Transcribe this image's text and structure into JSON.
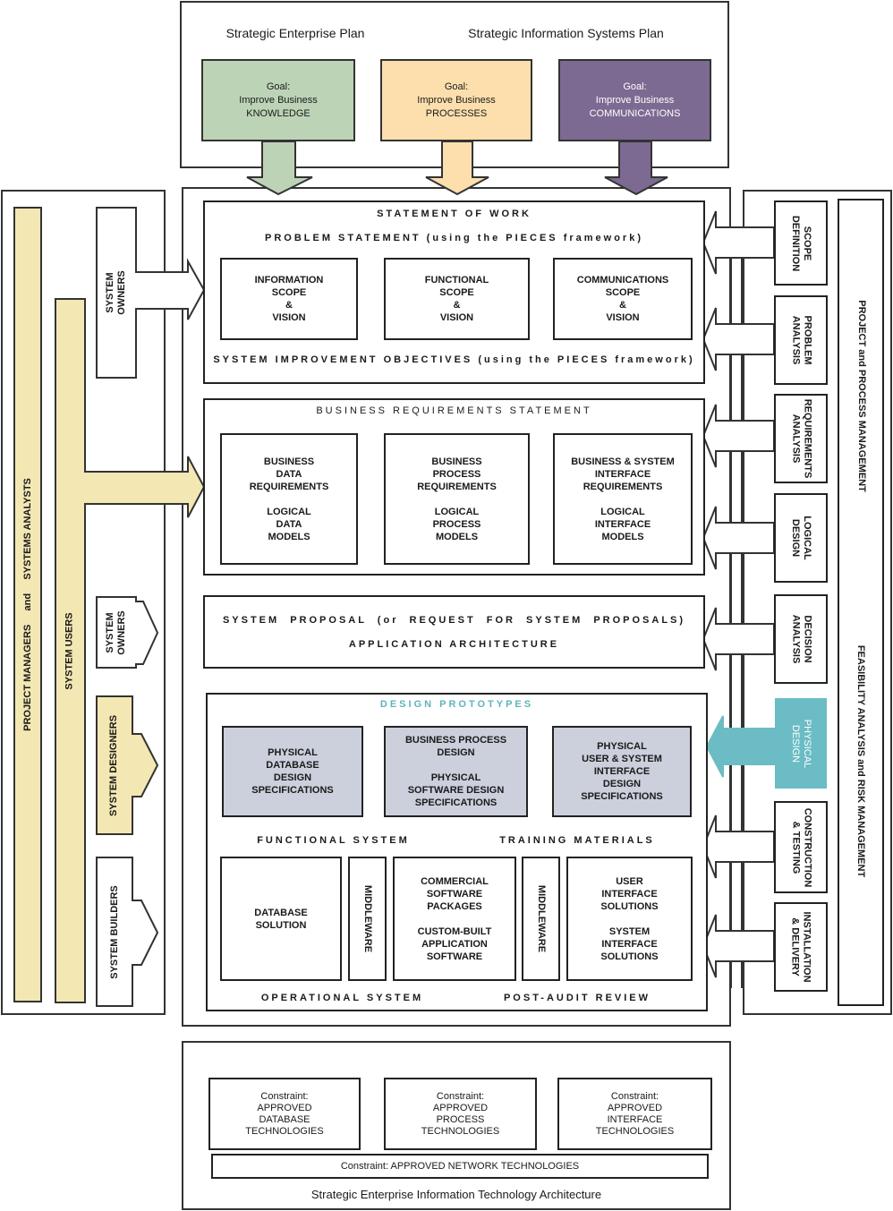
{
  "top": {
    "enterprise_plan": "Strategic Enterprise Plan",
    "is_plan": "Strategic Information Systems Plan",
    "goals": [
      {
        "text": "Goal:\nImprove Business\nKNOWLEDGE",
        "color": "#bdd3b6"
      },
      {
        "text": "Goal:\nImprove Business\nPROCESSES",
        "color": "#fddfad"
      },
      {
        "text": "Goal:\nImprove Business\nCOMMUNICATIONS",
        "color": "#7d6a92"
      }
    ]
  },
  "left": {
    "pm_label": "PROJECT MANAGERS     and     SYSTEMS ANALYSTS",
    "system_users": "SYSTEM USERS",
    "system_owners_top": "SYSTEM\nOWNERS",
    "system_owners_mid": "SYSTEM\nOWNERS",
    "system_designers": "SYSTEM DESIGNERS",
    "system_builders": "SYSTEM BUILDERS"
  },
  "sow": {
    "title": "STATEMENT OF WORK",
    "problem": "PROBLEM STATEMENT (using the PIECES framework)",
    "boxes": [
      "INFORMATION\nSCOPE\n&\nVISION",
      "FUNCTIONAL\nSCOPE\n&\nVISION",
      "COMMUNICATIONS\nSCOPE\n&\nVISION"
    ],
    "objectives": "SYSTEM IMPROVEMENT OBJECTIVES (using the PIECES framework)"
  },
  "brs": {
    "title": "BUSINESS REQUIREMENTS STATEMENT",
    "boxes": [
      "BUSINESS\nDATA\nREQUIREMENTS\n\nLOGICAL\nDATA\nMODELS",
      "BUSINESS\nPROCESS\nREQUIREMENTS\n\nLOGICAL\nPROCESS\nMODELS",
      "BUSINESS & SYSTEM\nINTERFACE\nREQUIREMENTS\n\nLOGICAL\nINTERFACE\nMODELS"
    ]
  },
  "proposal": {
    "line1": "SYSTEM PROPOSAL (or REQUEST FOR SYSTEM PROPOSALS)",
    "line2": "APPLICATION ARCHITECTURE"
  },
  "design": {
    "title": "DESIGN PROTOTYPES",
    "title_color": "#5fb3bd",
    "spec_color": "#cbd0dc",
    "specs": [
      "PHYSICAL\nDATABASE\nDESIGN\nSPECIFICATIONS",
      "BUSINESS PROCESS\nDESIGN\n\nPHYSICAL\nSOFTWARE DESIGN\nSPECIFICATIONS",
      "PHYSICAL\nUSER & SYSTEM\nINTERFACE\nDESIGN\nSPECIFICATIONS"
    ],
    "functional": "FUNCTIONAL SYSTEM",
    "training": "TRAINING MATERIALS",
    "database_solution": "DATABASE\nSOLUTION",
    "middleware_1": "MIDDLEWARE",
    "software": "COMMERCIAL\nSOFTWARE\nPACKAGES\n\nCUSTOM-BUILT\nAPPLICATION\nSOFTWARE",
    "middleware_2": "MIDDLEWARE",
    "ui": "USER\nINTERFACE\nSOLUTIONS\n\nSYSTEM\nINTERFACE\nSOLUTIONS",
    "operational": "OPERATIONAL SYSTEM",
    "post_audit": "POST-AUDIT REVIEW"
  },
  "right": {
    "phases": [
      {
        "label": "SCOPE\nDEFINITION"
      },
      {
        "label": "PROBLEM\nANALYSIS"
      },
      {
        "label": "REQUIREMENTS\nANALYSIS"
      },
      {
        "label": "LOGICAL\nDESIGN"
      },
      {
        "label": "DECISION\nANALYSIS"
      },
      {
        "label": "PHYSICAL\nDESIGN",
        "highlight": "#6bbcc4"
      },
      {
        "label": "CONSTRUCTION\n& TESTING"
      },
      {
        "label": "INSTALLATION\n& DELIVERY"
      }
    ],
    "pm_label": "PROJECT and PROCESS MANAGEMENT",
    "feasibility": "FEASIBILITY ANALYSIS and RISK MANAGEMENT"
  },
  "bottom": {
    "constraints": [
      "Constraint:\nAPPROVED\nDATABASE\nTECHNOLOGIES",
      "Constraint:\nAPPROVED\nPROCESS\nTECHNOLOGIES",
      "Constraint:\nAPPROVED\nINTERFACE\nTECHNOLOGIES"
    ],
    "network": "Constraint: APPROVED NETWORK TECHNOLOGIES",
    "architecture": "Strategic Enterprise Information Technology Architecture"
  },
  "colors": {
    "stakeholder_yellow": "#f3e7b3",
    "outline": "#222222"
  }
}
